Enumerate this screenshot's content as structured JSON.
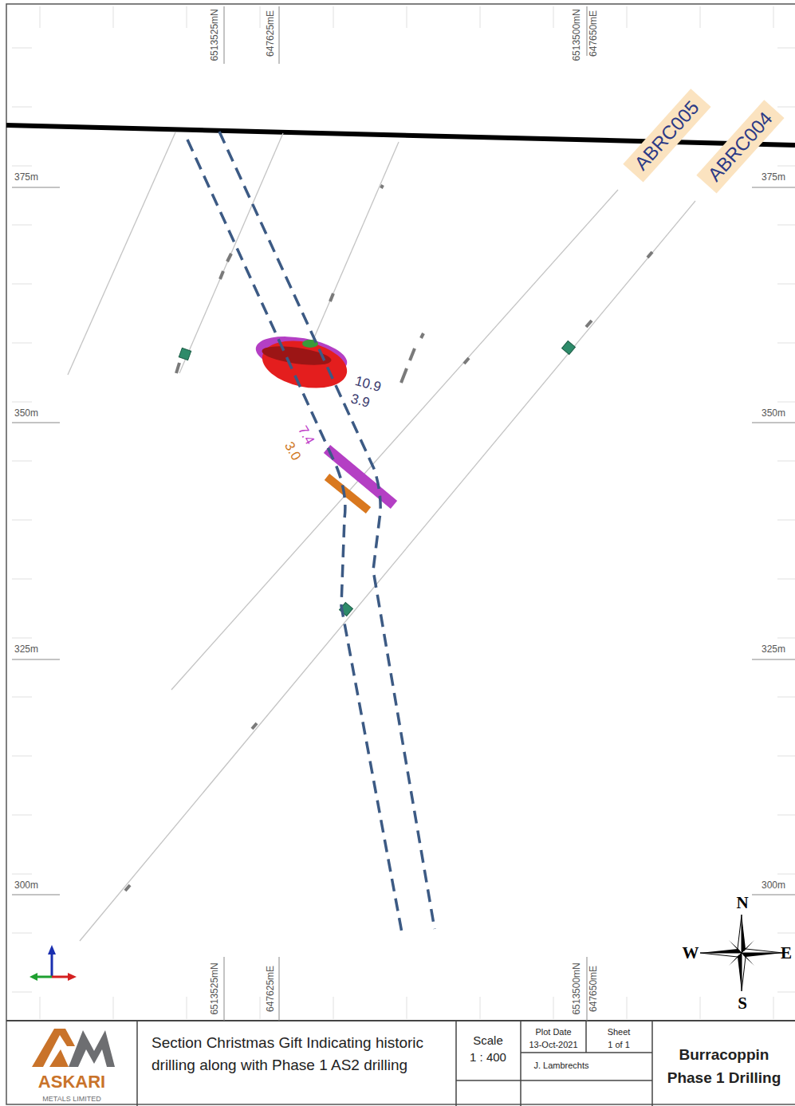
{
  "diagram": {
    "nodes": [
      {
        "text": [
          "ABRC005"
        ]
      },
      {
        "text": [
          "ABRC004"
        ]
      }
    ],
    "labels": [
      "6513525mN",
      "647625mE",
      "6513500mN",
      "647650mE",
      "375m",
      "375m",
      "350m",
      "350m",
      "325m",
      "325m",
      "300m",
      "300m",
      "10.9",
      "3.9",
      "7.4",
      "3.0",
      "N",
      "W",
      "E",
      "S",
      "6513525mN",
      "647625mE",
      "6513500mN",
      "647650mE",
      "ASKARI",
      "METALS LIMITED",
      "Section Christmas Gift Indicating historic drilling along with Phase 1 AS2 drilling",
      "Scale",
      "1 : 400",
      "Plot Date",
      "13-Oct-2021",
      "Sheet",
      "1 of 1",
      "J. Lambrechts",
      "Burracoppin Phase 1 Drilling"
    ]
  }
}
